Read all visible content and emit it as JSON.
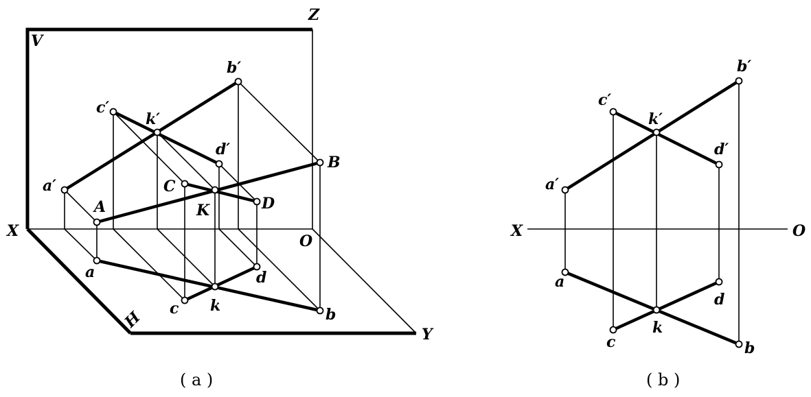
{
  "figure_a": {
    "caption": "( a )",
    "plane_labels": {
      "V": "V",
      "H": "H"
    },
    "axis_labels": {
      "X": "X",
      "Y": "Y",
      "Z": "Z",
      "O": "O"
    },
    "point_labels": {
      "a_prime": "a′",
      "b_prime": "b′",
      "c_prime": "c′",
      "d_prime": "d′",
      "k_prime": "k′",
      "A": "A",
      "B": "B",
      "C": "C",
      "D": "D",
      "K": "K",
      "a": "a",
      "b": "b",
      "c": "c",
      "d": "d",
      "k": "k"
    }
  },
  "figure_b": {
    "caption": "( b )",
    "axis_labels": {
      "X": "X",
      "O": "O"
    },
    "point_labels": {
      "a_prime": "a′",
      "b_prime": "b′",
      "c_prime": "c′",
      "d_prime": "d′",
      "k_prime": "k′",
      "a": "a",
      "b": "b",
      "c": "c",
      "d": "d",
      "k": "k"
    }
  }
}
